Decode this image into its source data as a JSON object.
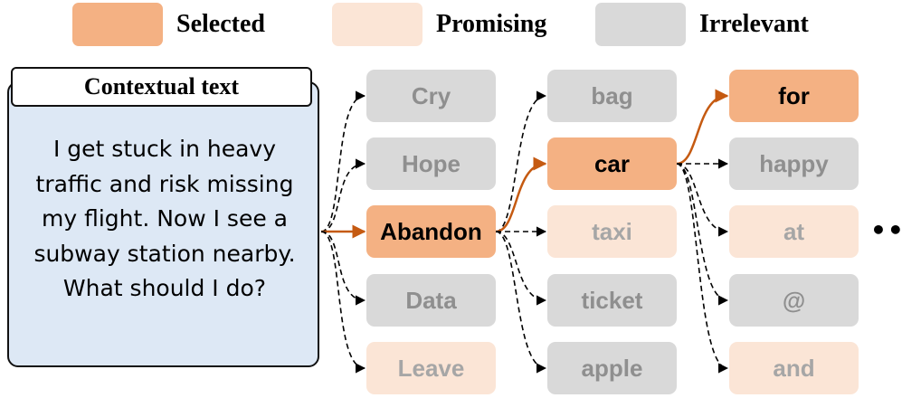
{
  "legend": {
    "selected": {
      "label": "Selected",
      "color": "#f4b183"
    },
    "promising": {
      "label": "Promising",
      "color": "#fbe5d6"
    },
    "irrelevant": {
      "label": "Irrelevant",
      "color": "#d9d9d9"
    }
  },
  "context": {
    "title": "Contextual text",
    "lines": [
      "I get stuck in heavy",
      "traffic and risk missing",
      "my flight. Now I see a",
      "subway station nearby.",
      "What should I do?"
    ]
  },
  "columns": [
    {
      "tokens": [
        {
          "text": "Cry",
          "state": "irrelevant"
        },
        {
          "text": "Hope",
          "state": "irrelevant"
        },
        {
          "text": "Abandon",
          "state": "selected"
        },
        {
          "text": "Data",
          "state": "irrelevant"
        },
        {
          "text": "Leave",
          "state": "promising"
        }
      ]
    },
    {
      "tokens": [
        {
          "text": "bag",
          "state": "irrelevant"
        },
        {
          "text": "car",
          "state": "selected"
        },
        {
          "text": "taxi",
          "state": "promising"
        },
        {
          "text": "ticket",
          "state": "irrelevant"
        },
        {
          "text": "apple",
          "state": "irrelevant"
        }
      ]
    },
    {
      "tokens": [
        {
          "text": "for",
          "state": "selected"
        },
        {
          "text": "happy",
          "state": "irrelevant"
        },
        {
          "text": "at",
          "state": "promising"
        },
        {
          "text": "@",
          "state": "irrelevant"
        },
        {
          "text": "and",
          "state": "promising"
        }
      ]
    }
  ],
  "ellipsis": "•••",
  "colors": {
    "selected_edge": "#c55a11",
    "candidate_edge": "#000000"
  }
}
